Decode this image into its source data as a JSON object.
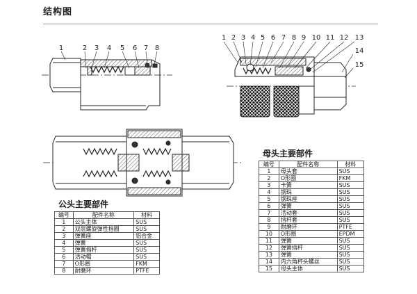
{
  "title": "结构图",
  "male_callouts": [
    "1",
    "2",
    "3",
    "4",
    "5",
    "6",
    "7",
    "8"
  ],
  "female_callouts": [
    "1",
    "2",
    "3",
    "4",
    "5",
    "6",
    "7",
    "8",
    "9",
    "10",
    "11",
    "12",
    "13",
    "14",
    "15"
  ],
  "male_table": {
    "title": "公头主要部件",
    "headers": [
      "编号",
      "配件名称",
      "材料"
    ],
    "rows": [
      [
        "1",
        "公头主体",
        "SUS"
      ],
      [
        "2",
        "双层螺旋弹性挡圈",
        "SUS"
      ],
      [
        "3",
        "弹簧座",
        "铝合金"
      ],
      [
        "4",
        "弹簧",
        "SUS"
      ],
      [
        "5",
        "弹簧挡杆",
        "SUS"
      ],
      [
        "6",
        "活动帽",
        "SUS"
      ],
      [
        "7",
        "O形圈",
        "FKM"
      ],
      [
        "8",
        "耐磨环",
        "PTFE"
      ]
    ]
  },
  "female_table": {
    "title": "母头主要部件",
    "headers": [
      "编号",
      "配件名称",
      "材料"
    ],
    "rows": [
      [
        "1",
        "母头套",
        "SUS"
      ],
      [
        "2",
        "O形圈",
        "FKM"
      ],
      [
        "3",
        "卡簧",
        "SUS"
      ],
      [
        "4",
        "钢珠",
        "SUS"
      ],
      [
        "5",
        "钢珠座",
        "SUS"
      ],
      [
        "6",
        "弹簧",
        "SUS"
      ],
      [
        "7",
        "活动套",
        "SUS"
      ],
      [
        "8",
        "挡杆套",
        "SUS"
      ],
      [
        "9",
        "耐磨环",
        "PTFE"
      ],
      [
        "10",
        "O形圈",
        "EPDM"
      ],
      [
        "11",
        "弹簧",
        "SUS"
      ],
      [
        "12",
        "弹簧挡杆",
        "SUS"
      ],
      [
        "13",
        "弹簧",
        "SUS"
      ],
      [
        "14",
        "内六角杯头螺丝",
        "SUS"
      ],
      [
        "15",
        "母头主体",
        "SUS"
      ]
    ]
  }
}
